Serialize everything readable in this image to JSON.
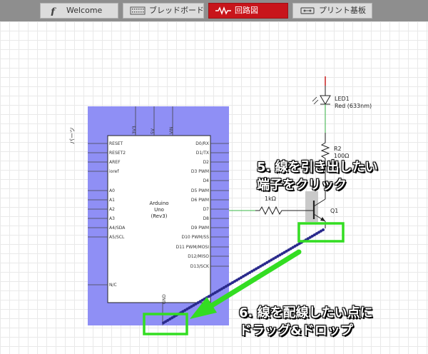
{
  "tabs": [
    {
      "icon": "fritzing-logo-icon",
      "label": "Welcome",
      "active": false
    },
    {
      "icon": "breadboard-icon",
      "label": "ブレッドボード",
      "active": false
    },
    {
      "icon": "schematic-icon",
      "label": "回路図",
      "active": true
    },
    {
      "icon": "pcb-icon",
      "label": "プリント基板",
      "active": false
    }
  ],
  "arduino": {
    "parts_label": "パーツ",
    "name_line1": "Arduino",
    "name_line2": "Uno",
    "name_line3": "(Rev3)",
    "top_pins": [
      "3V3",
      "5V",
      "VIN"
    ],
    "left_pins": [
      "RESET",
      "RESET2",
      "AREF",
      "ioref",
      "A0",
      "A1",
      "A2",
      "A3",
      "A4/SDA",
      "A5/SCL",
      "N/C"
    ],
    "right_pins": [
      "D0/RX",
      "D1/TX",
      "D2",
      "D3 PWM",
      "D4",
      "D5 PWM",
      "D6 PWM",
      "D7",
      "D8",
      "D9 PWM",
      "D10 PWM/SS",
      "D11 PWM/MOSI",
      "D12/MISO",
      "D13/SCK"
    ],
    "bottom_pin": "GND",
    "body_color": "#ffffff",
    "frame_color": "#8f8ff5"
  },
  "led": {
    "name": "LED1",
    "value": "Red (633nm)"
  },
  "resistor_r2": {
    "name": "R2",
    "value": "100Ω"
  },
  "resistor_1k": {
    "value": "1kΩ"
  },
  "transistor": {
    "name": "Q1"
  },
  "callouts": {
    "step5_line1": "5. 線を引き出したい",
    "step5_line2": "端子をクリック",
    "step6_line1": "6. 線を配線したい点に",
    "step6_line2": "ドラッグ&ドロップ"
  },
  "colors": {
    "tab_active": "#c8151b",
    "highlight": "#33dd22",
    "wire_drag": "#2a2a8c",
    "wire_green": "#3cb84a",
    "led_anode": "#cc2222"
  }
}
